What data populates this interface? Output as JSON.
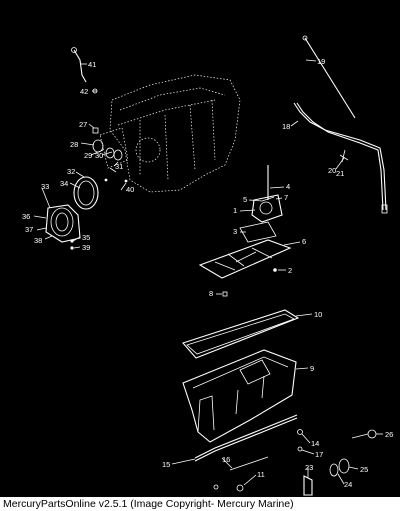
{
  "footer": {
    "copyright": "MercuryPartsOnline v2.5.1 (Image Copyright- Mercury Marine)"
  },
  "callouts": [
    {
      "id": "41",
      "label": "41"
    },
    {
      "id": "42",
      "label": "42"
    },
    {
      "id": "19",
      "label": "19"
    },
    {
      "id": "18",
      "label": "18"
    },
    {
      "id": "27",
      "label": "27"
    },
    {
      "id": "28",
      "label": "28"
    },
    {
      "id": "29",
      "label": "29"
    },
    {
      "id": "30",
      "label": "30"
    },
    {
      "id": "31",
      "label": "31"
    },
    {
      "id": "32",
      "label": "32"
    },
    {
      "id": "33",
      "label": "33"
    },
    {
      "id": "34",
      "label": "34"
    },
    {
      "id": "36",
      "label": "36"
    },
    {
      "id": "37",
      "label": "37"
    },
    {
      "id": "38",
      "label": "38"
    },
    {
      "id": "35",
      "label": "35"
    },
    {
      "id": "39",
      "label": "39"
    },
    {
      "id": "40",
      "label": "40"
    },
    {
      "id": "20",
      "label": "20"
    },
    {
      "id": "21",
      "label": "21"
    },
    {
      "id": "4",
      "label": "4"
    },
    {
      "id": "5",
      "label": "5"
    },
    {
      "id": "7",
      "label": "7"
    },
    {
      "id": "1",
      "label": "1"
    },
    {
      "id": "3",
      "label": "3"
    },
    {
      "id": "6",
      "label": "6"
    },
    {
      "id": "2",
      "label": "2"
    },
    {
      "id": "8",
      "label": "8"
    },
    {
      "id": "10",
      "label": "10"
    },
    {
      "id": "9",
      "label": "9"
    },
    {
      "id": "26",
      "label": "26"
    },
    {
      "id": "14",
      "label": "14"
    },
    {
      "id": "17",
      "label": "17"
    },
    {
      "id": "15",
      "label": "15"
    },
    {
      "id": "16",
      "label": "16"
    },
    {
      "id": "23",
      "label": "23"
    },
    {
      "id": "25",
      "label": "25"
    },
    {
      "id": "11",
      "label": "11"
    },
    {
      "id": "24",
      "label": "24"
    }
  ]
}
